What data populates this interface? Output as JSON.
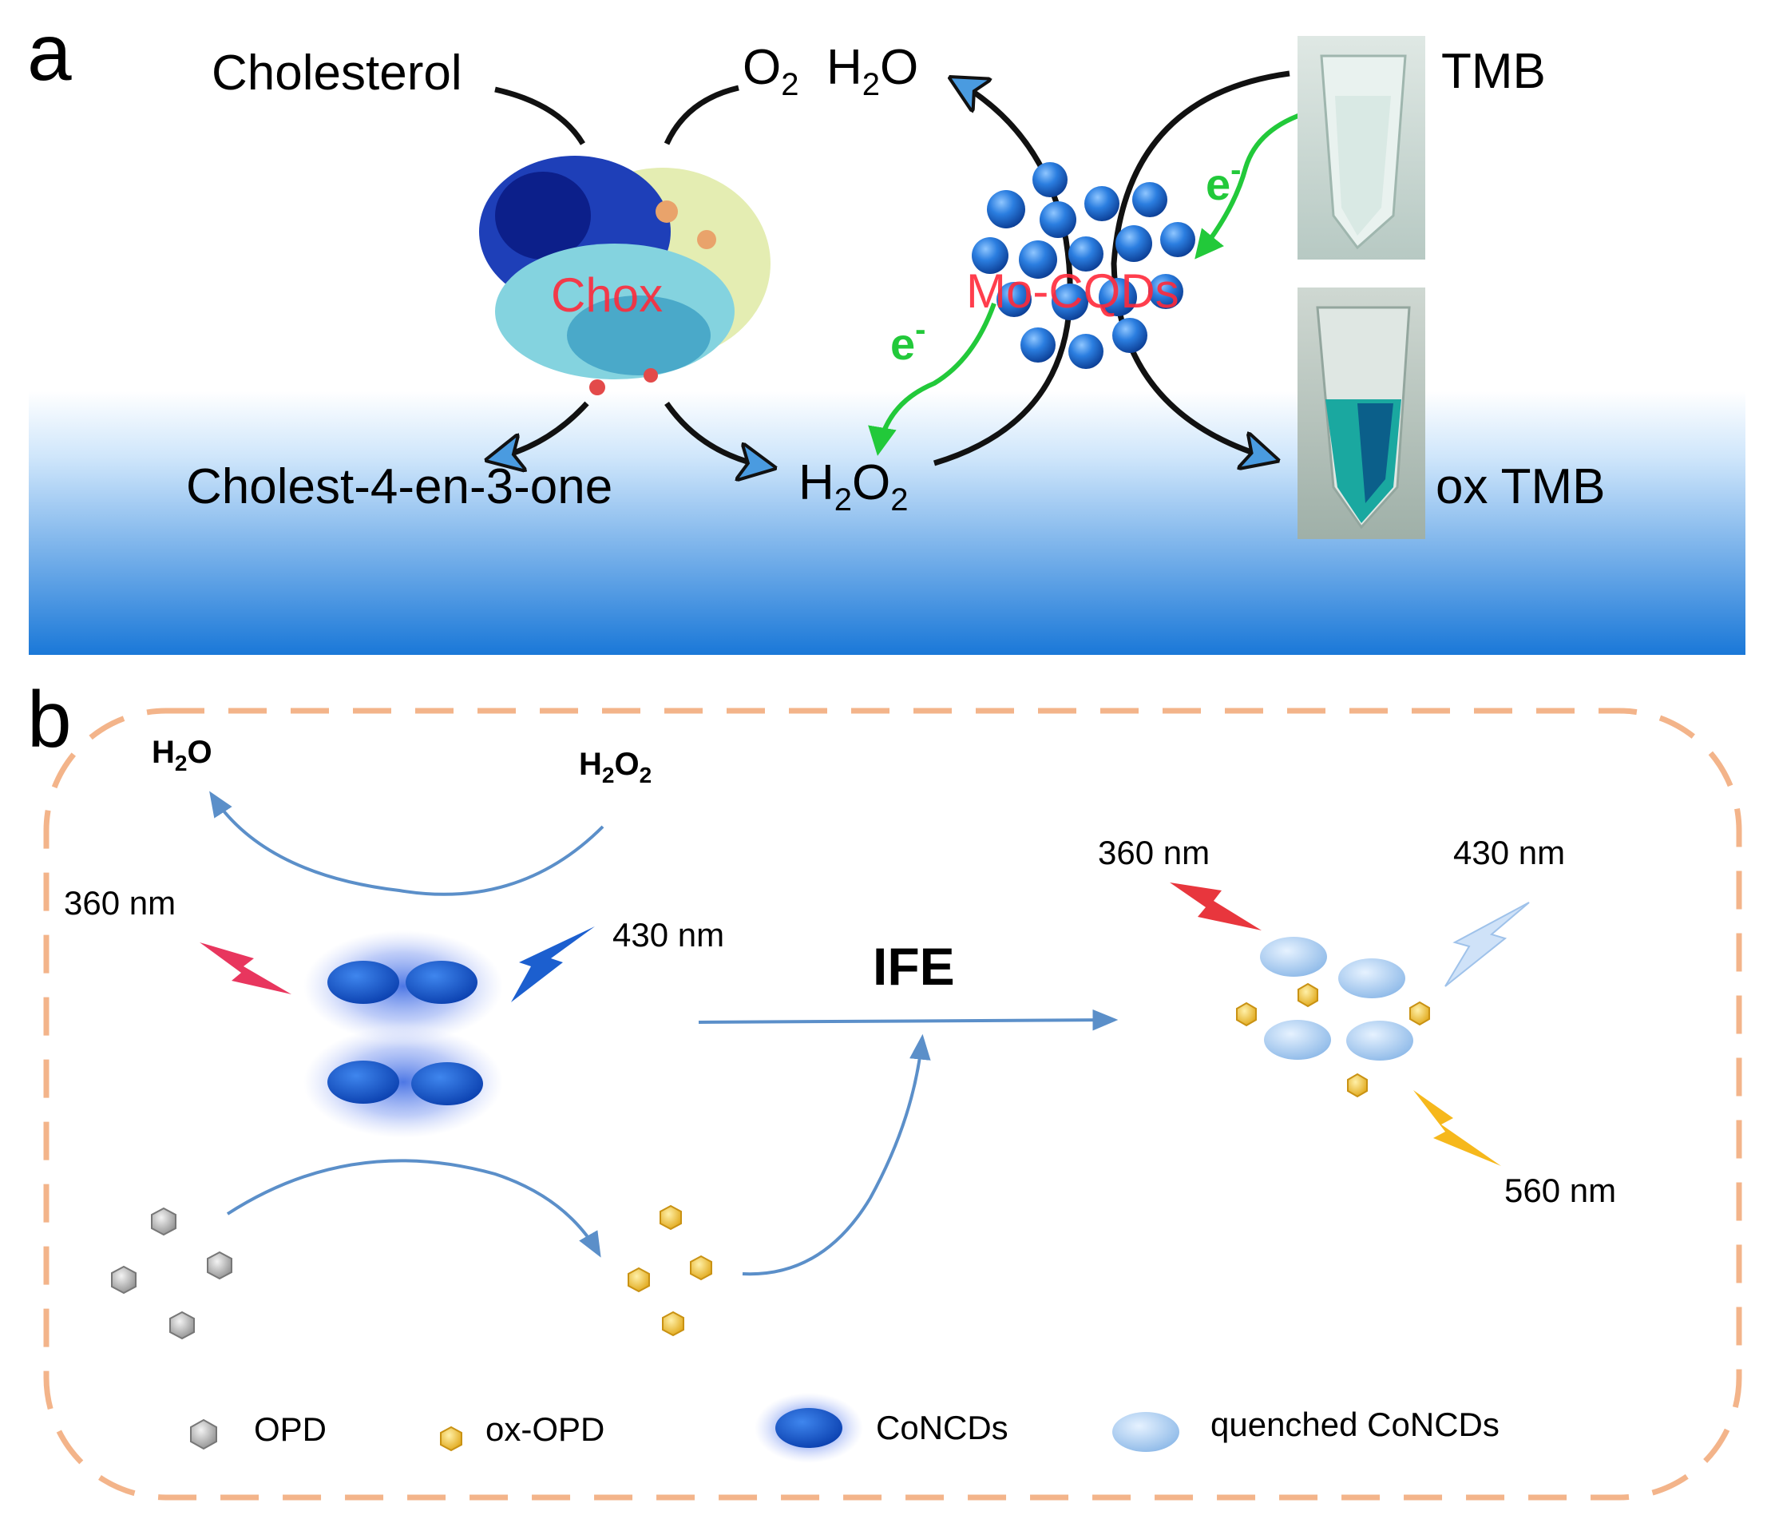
{
  "panel_a": {
    "letter": "a",
    "cholesterol": "Cholesterol",
    "o2_main": "O",
    "o2_sub": "2",
    "h2o_main_1": "H",
    "h2o_sub": "2",
    "h2o_main_2": "O",
    "enzyme_label": "Chox",
    "product_label": "Cholest-4-en-3-one",
    "h2o2_main_1": "H",
    "h2o2_sub_1": "2",
    "h2o2_main_2": "O",
    "h2o2_sub_2": "2",
    "nanozyme_label": "Mo-CQDs",
    "electron_main": "e",
    "electron_sup": "-",
    "tmb_label": "TMB",
    "oxtmb_label": "ox TMB",
    "colors": {
      "arrow": "#111111",
      "arrowhead": "#4a9be0",
      "electron": "#22c93a",
      "label_red": "#ff2a3a",
      "band_top": "#ffffff",
      "band_bottom": "#1a78d8",
      "sphere": "#1f6fd6"
    }
  },
  "panel_b": {
    "letter": "b",
    "h2o_main_1": "H",
    "h2o_sub": "2",
    "h2o_main_2": "O",
    "h2o2_main_1": "H",
    "h2o2_sub_1": "2",
    "h2o2_main_2": "O",
    "h2o2_sub_2": "2",
    "ex_left": "360 nm",
    "em_left": "430 nm",
    "ife_label": "IFE",
    "ex_right": "360 nm",
    "em_right": "430 nm",
    "em_right_2": "560 nm",
    "legend": {
      "opd": "OPD",
      "ox_opd": "ox-OPD",
      "concds": "CoNCDs",
      "quenched": "quenched CoNCDs"
    },
    "colors": {
      "dash_border": "#f3b48a",
      "arrow": "#5b8fc9",
      "dot_dark": "#0b4fc4",
      "dot_light": "#a9cdf2",
      "hex_gray": "#bdbdbd",
      "hex_gold": "#f5c63b",
      "bolt_red": "#e8363d",
      "bolt_pink": "#e8365e",
      "bolt_blue": "#1c5fcf",
      "bolt_lightblue": "#cfe2f8",
      "bolt_yellow": "#f6b81c"
    }
  }
}
